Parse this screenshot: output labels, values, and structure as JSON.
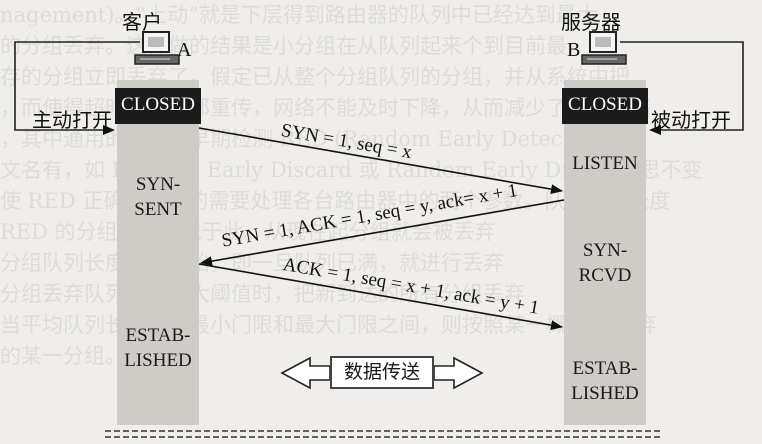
{
  "client": {
    "title": "客户",
    "host_letter": "A",
    "active_open": "主动打开"
  },
  "server": {
    "title": "服务器",
    "host_letter": "B",
    "passive_open": "被动打开"
  },
  "client_states": [
    "CLOSED",
    "SYN-",
    "SENT",
    "ESTAB-",
    "LISHED"
  ],
  "server_states": [
    "CLOSED",
    "LISTEN",
    "SYN-",
    "RCVD",
    "ESTAB-",
    "LISHED"
  ],
  "messages": [
    "SYN = 1, seq = x",
    "SYN = 1, ACK = 1, seq = y, ack= x + 1",
    "ACK = 1, seq = x + 1, ack = y + 1"
  ],
  "data_transfer": "数据传送",
  "background_text": [
    "nagement)。“上动”就是下层得到路由器的队列中已经达到最大",
    "的分组丢弃。这样做的结果是小分组在从队列起来个到目前最",
    "存的分组立即丢弃了。假定已从整个分组队列的分组，并从系统中把",
    "，而使得超时的分组都重传，网络不能及时下降，从而减少了大量网络",
    "，其中通用的是随机早期检测 RED (Random Early Detection)",
    "文名有，如 Random Early Discard 或 Random Early Drop，意思不变",
    "使 RED 正确地实现的需要处理各台路由器中的两个参数。队列平均长度",
    "RED 的分组丢弃情况于此。从现在起分组就会被丢弃",
    "分组队列长度控制开始，即一旦队列已满，就进行丢弃",
    "分组丢弃队列长度最大阈值时，把新到达的所有分组丢弃",
    "当平均队列长度超过最小门限和最大门限之间，则按照某一概率 p 丢弃",
    "的某一分组。"
  ]
}
